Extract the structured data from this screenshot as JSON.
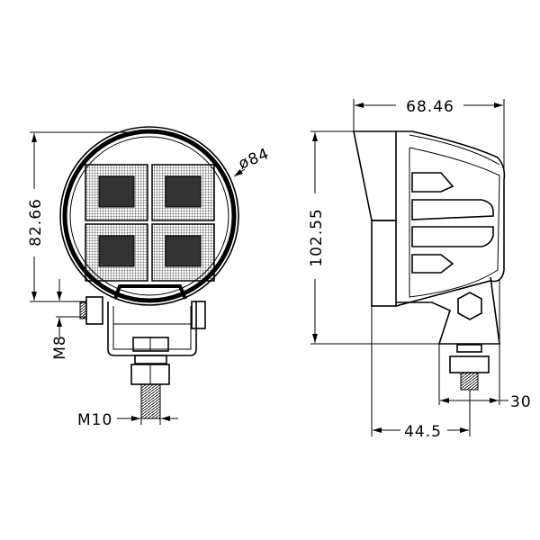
{
  "front_view": {
    "height_label": "82.66",
    "diameter_label": "ø84",
    "side_bolt_label": "M8",
    "bottom_bolt_label": "M10"
  },
  "side_view": {
    "depth_label": "68.46",
    "height_label": "102.55",
    "bracket_width_label": "30",
    "bolt_offset_label": "44.5"
  },
  "colors": {
    "line": "#000000",
    "background": "#ffffff"
  }
}
